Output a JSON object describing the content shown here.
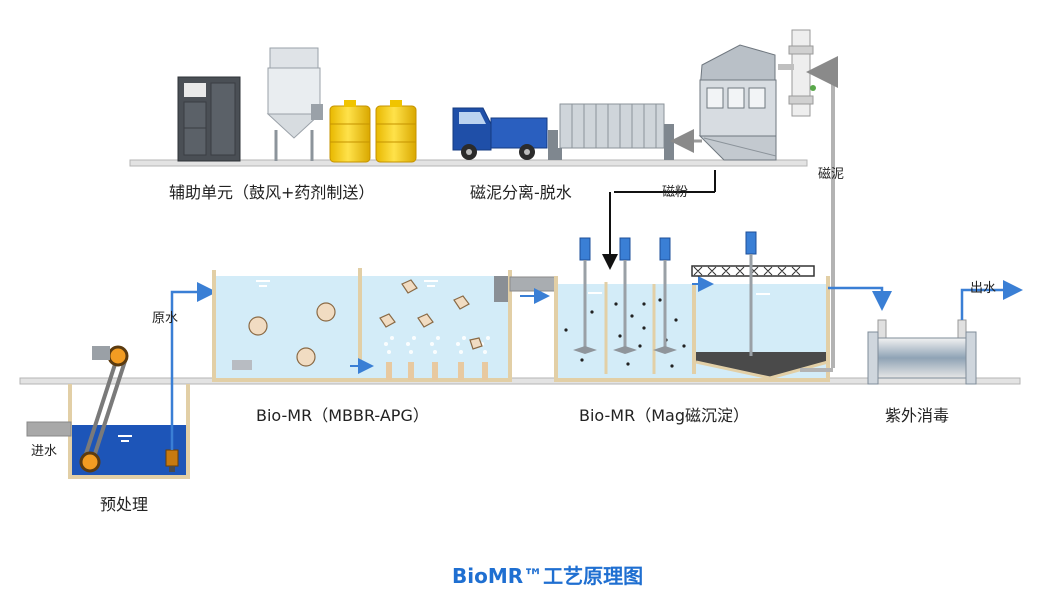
{
  "title": "BioMR™工艺原理图",
  "labels": {
    "auxiliary": "辅助单元（鼓风+药剂制送）",
    "separation": "磁泥分离-脱水",
    "magnetic_powder": "磁粉",
    "magnetic_sludge": "磁泥",
    "raw_water": "原水",
    "inlet": "进水",
    "pretreatment": "预处理",
    "mbbr": "Bio-MR（MBBR-APG）",
    "mag": "Bio-MR（Mag磁沉淀）",
    "uv": "紫外消毒",
    "outlet": "出水"
  },
  "colors": {
    "flow_arrow": "#3a7fd5",
    "water_light": "#d3ecf8",
    "water_dark": "#1d55b8",
    "pipe": "#9a9a9a",
    "tank_wall": "#e2cfa6",
    "title": "#1f6fd1"
  },
  "icons": [
    "blower-cabinet-icon",
    "chemical-hopper-icon",
    "chemical-tank-icon",
    "truck-icon",
    "filter-press-icon",
    "magnetic-separator-icon",
    "bar-screen-icon",
    "pump-icon",
    "mixer-icon",
    "scraper-icon",
    "uv-reactor-icon",
    "media-carrier-icon"
  ]
}
